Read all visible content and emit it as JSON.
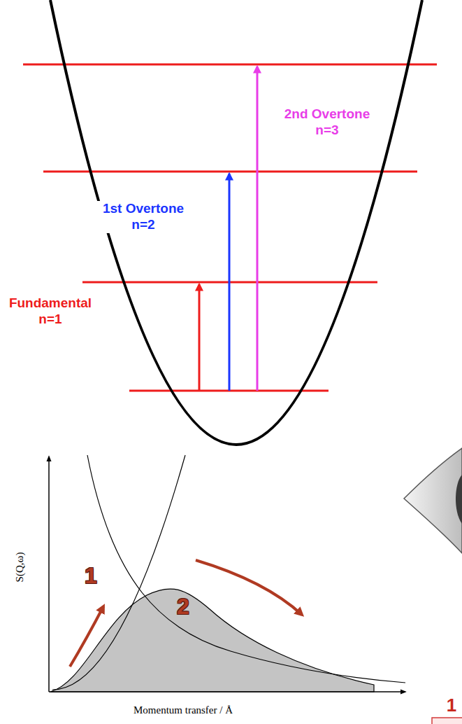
{
  "diagram": {
    "labels": [
      "2nd Overtone n=3",
      "1st Overtone n=2",
      "Fundamental n=1",
      "1",
      "2",
      "S(Q,ω)",
      "Momentum transfer / Å",
      "1"
    ]
  }
}
